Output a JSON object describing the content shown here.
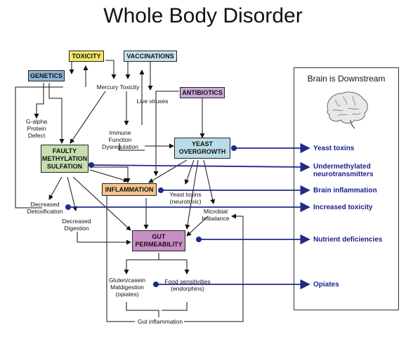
{
  "title": "Whole Body Disorder",
  "panel": {
    "title": "Brain is Downstream"
  },
  "boxes": {
    "toxicity": "TOXICITY",
    "vaccinations": "VACCINATIONS",
    "genetics": "GENETICS",
    "antibiotics": "ANTIBIOTICS",
    "faulty": "FAULTY\nMETHYLATION\nSULFATION",
    "yeast": "YEAST\nOVERGROWTH",
    "inflammation": "INFLAMMATION",
    "gut": "GUT\nPERMEABILITY"
  },
  "labels": {
    "mercury": "Mercury Toxicity",
    "live_viruses": "Live viruses",
    "galpha": "G-alpha\nProtein\nDefect",
    "immune": "Immune\nFunction\nDysregulation",
    "yeast_toxins_neuro": "Yeast toxins\n(neurotoxic)",
    "decreased_detox": "Decreased\nDetoxification",
    "decreased_digestion": "Decreased\nDigestion",
    "microbial": "Microbial\nImbalance",
    "gluten": "Gluten/casein\nMaldigestion\n(opiates)",
    "food_sens": "Food sensitivities\n(endorphins)",
    "gut_inflammation": "Gut inflammation"
  },
  "outputs": [
    "Yeast toxins",
    "Undermethylated\nneurotransmitters",
    "Brain inflammation",
    "Increased toxicity",
    "Nutrient deficiencies",
    "Opiates"
  ],
  "colors": {
    "toxicity": "#f5e86a",
    "vaccinations": "#c7e3ec",
    "genetics": "#8fb4d8",
    "antibiotics": "#c9a9d8",
    "faulty": "#c7dfb0",
    "yeast": "#b9dde8",
    "inflammation": "#f5c58e",
    "gut": "#c98ec3",
    "arrow_blue": "#1f2a8a"
  }
}
